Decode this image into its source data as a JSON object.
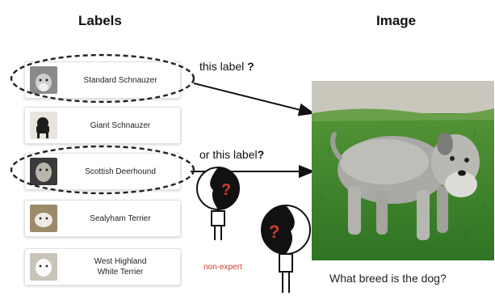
{
  "headers": {
    "labels": "Labels",
    "image": "Image"
  },
  "labels": [
    {
      "text": "Standard Schnauzer",
      "icon": "schnauzer-thumbnail-icon"
    },
    {
      "text": "Giant Schnauzer",
      "icon": "giant-schnauzer-thumbnail-icon"
    },
    {
      "text": "Scottish Deerhound",
      "icon": "deerhound-thumbnail-icon"
    },
    {
      "text": "Sealyham Terrier",
      "icon": "sealyham-thumbnail-icon"
    },
    {
      "text": "West Highland\nWhite Terrier",
      "icon": "westie-thumbnail-icon"
    }
  ],
  "questions": {
    "first": "this label",
    "second": "or this label",
    "mark": "?"
  },
  "annotator": {
    "mark": "?",
    "label": "non-expert"
  },
  "caption": "What breed is the dog?",
  "colors": {
    "accent_red": "#d23a2a",
    "grass": "#3f8a2c"
  }
}
